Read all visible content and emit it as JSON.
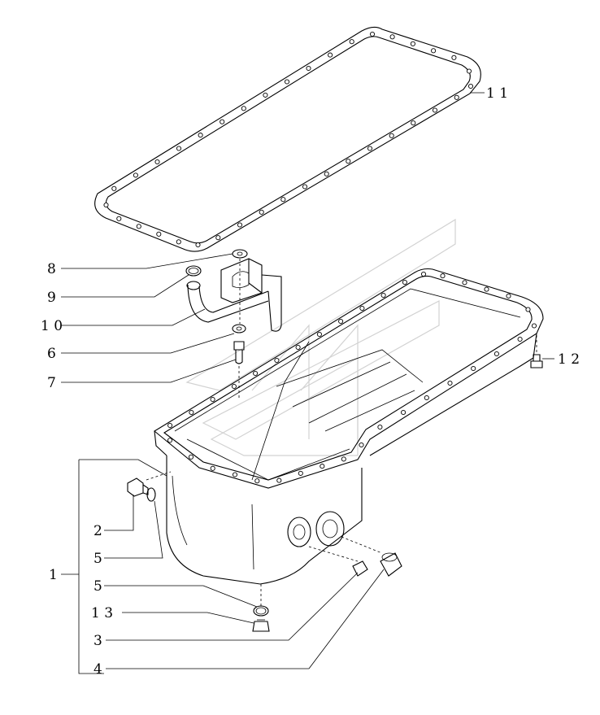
{
  "callouts": [
    {
      "id": "label-1",
      "text": "1"
    },
    {
      "id": "label-2",
      "text": "2"
    },
    {
      "id": "label-3",
      "text": "3"
    },
    {
      "id": "label-4",
      "text": "4"
    },
    {
      "id": "label-5a",
      "text": "5"
    },
    {
      "id": "label-5b",
      "text": "5"
    },
    {
      "id": "label-6",
      "text": "6"
    },
    {
      "id": "label-7",
      "text": "7"
    },
    {
      "id": "label-8",
      "text": "8"
    },
    {
      "id": "label-9",
      "text": "9"
    },
    {
      "id": "label-10",
      "text": "1 0"
    },
    {
      "id": "label-11",
      "text": "1 1"
    },
    {
      "id": "label-12",
      "text": "1 2"
    },
    {
      "id": "label-13",
      "text": "1 3"
    }
  ]
}
